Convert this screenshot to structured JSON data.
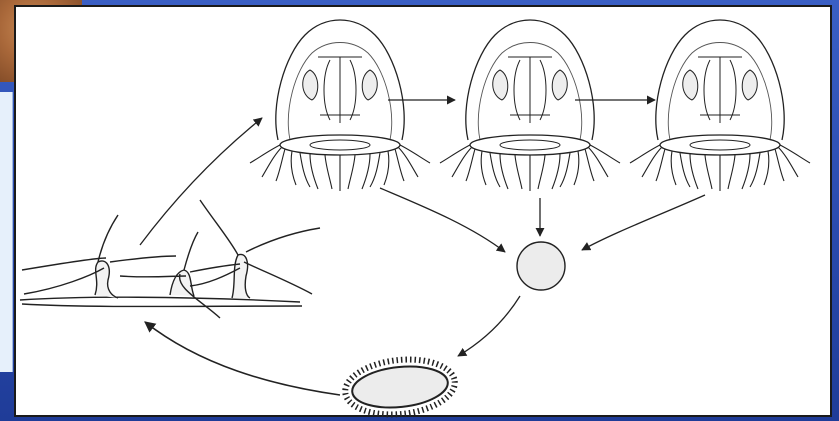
{
  "slide": {
    "background_color": "#2f53b8",
    "diagram_background": "#ffffff",
    "line_color": "#222222",
    "cell_fill": "#ececec"
  },
  "diagram": {
    "stages": [
      {
        "id": "polyp-colony",
        "icon": "hydroid-polyp-colony"
      },
      {
        "id": "medusa-1",
        "icon": "medusa-jellyfish"
      },
      {
        "id": "medusa-2",
        "icon": "medusa-jellyfish"
      },
      {
        "id": "medusa-3",
        "icon": "medusa-jellyfish"
      },
      {
        "id": "egg",
        "icon": "fertilized-egg-cell"
      },
      {
        "id": "planula",
        "icon": "ciliated-planula-larva"
      }
    ]
  }
}
